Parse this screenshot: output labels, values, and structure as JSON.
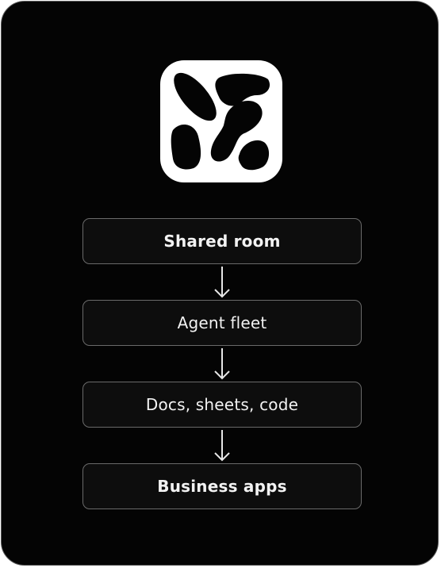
{
  "logo": {
    "icon": "organic-blob-logo-icon",
    "fill": "#ffffff",
    "holes": "#040404"
  },
  "flow": {
    "steps": [
      {
        "label": "Shared room",
        "bold": true
      },
      {
        "label": "Agent fleet",
        "bold": false
      },
      {
        "label": "Docs, sheets, code",
        "bold": false
      },
      {
        "label": "Business apps",
        "bold": true
      }
    ]
  },
  "colors": {
    "background": "#040404",
    "box_border": "#6a6a6a",
    "text": "#f2f2f2",
    "arrow": "#e6e6e6"
  }
}
